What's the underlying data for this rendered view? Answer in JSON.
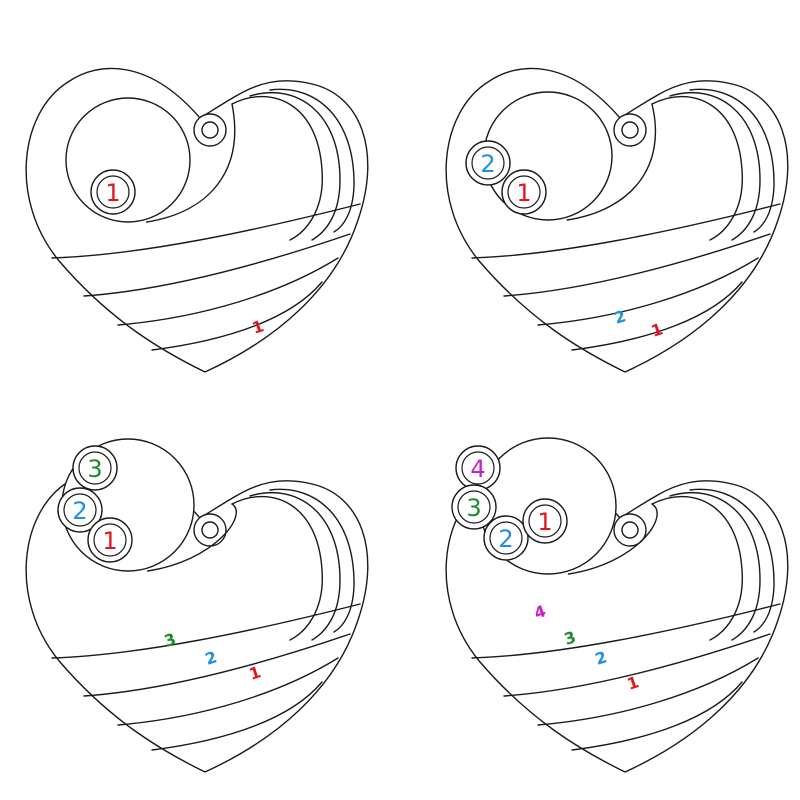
{
  "colors": {
    "outline": "#1a1a1a",
    "number_colors": {
      "1": "#e0161f",
      "2": "#1f8fe0",
      "3": "#1f8a2e",
      "4": "#c81ec8"
    }
  },
  "pendants": [
    {
      "stones": [
        "1"
      ],
      "band_labels": [
        "1"
      ]
    },
    {
      "stones": [
        "2",
        "1"
      ],
      "band_labels": [
        "2",
        "1"
      ]
    },
    {
      "stones": [
        "3",
        "2",
        "1"
      ],
      "band_labels": [
        "3",
        "2",
        "1"
      ]
    },
    {
      "stones": [
        "4",
        "3",
        "2",
        "1"
      ],
      "band_labels": [
        "4",
        "3",
        "2",
        "1"
      ]
    }
  ]
}
